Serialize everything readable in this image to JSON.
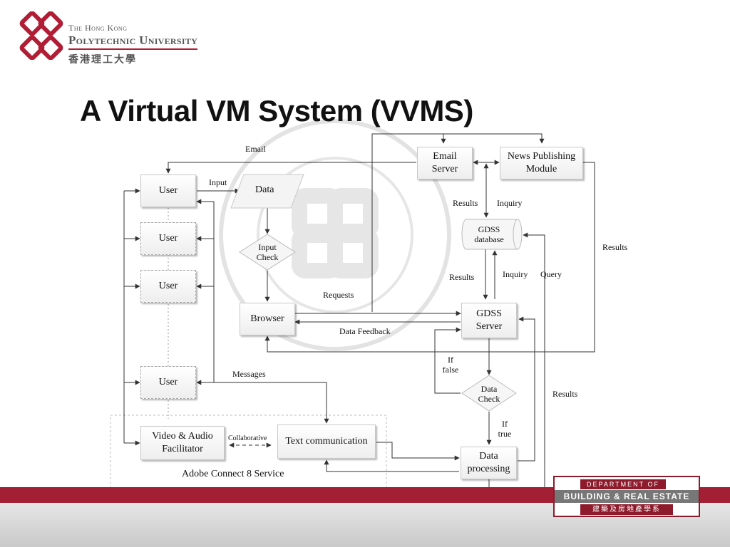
{
  "header": {
    "logo_line1": "The Hong Kong",
    "logo_line2": "Polytechnic University",
    "logo_line3": "香港理工大學",
    "title": "A Virtual VM System (VVMS)"
  },
  "nodes": {
    "user1": "User",
    "user2": "User",
    "user3": "User",
    "user4": "User",
    "data": "Data",
    "input_check_1": "Input",
    "input_check_2": "Check",
    "browser": "Browser",
    "email_server_1": "Email",
    "email_server_2": "Server",
    "news_module_1": "News Publishing",
    "news_module_2": "Module",
    "gdss_db_1": "GDSS",
    "gdss_db_2": "database",
    "gdss_server_1": "GDSS",
    "gdss_server_2": "Server",
    "data_check_1": "Data",
    "data_check_2": "Check",
    "data_processing_1": "Data",
    "data_processing_2": "processing",
    "video_audio_1": "Video & Audio",
    "video_audio_2": "Facilitator",
    "text_comm": "Text communication",
    "adobe_service": "Adobe Connect 8 Service"
  },
  "edge_labels": {
    "email": "Email",
    "input": "Input",
    "results_top": "Results",
    "inquiry_top": "Inquiry",
    "results_right": "Results",
    "results_mid": "Results",
    "inquiry_mid": "Inquiry",
    "query": "Query",
    "requests": "Requests",
    "data_feedback": "Data Feedback",
    "if_false_1": "If",
    "if_false_2": "false",
    "messages": "Messages",
    "results_lower": "Results",
    "if_true_1": "If",
    "if_true_2": "true",
    "collaborative": "Collaborative"
  },
  "footer": {
    "dept_line1": "DEPARTMENT OF",
    "dept_line2": "BUILDING & REAL ESTATE",
    "dept_line3": "建築及房地產學系"
  },
  "colors": {
    "brand_red": "#a31f33",
    "dept_red": "#8e1b2c",
    "line": "#333333"
  }
}
